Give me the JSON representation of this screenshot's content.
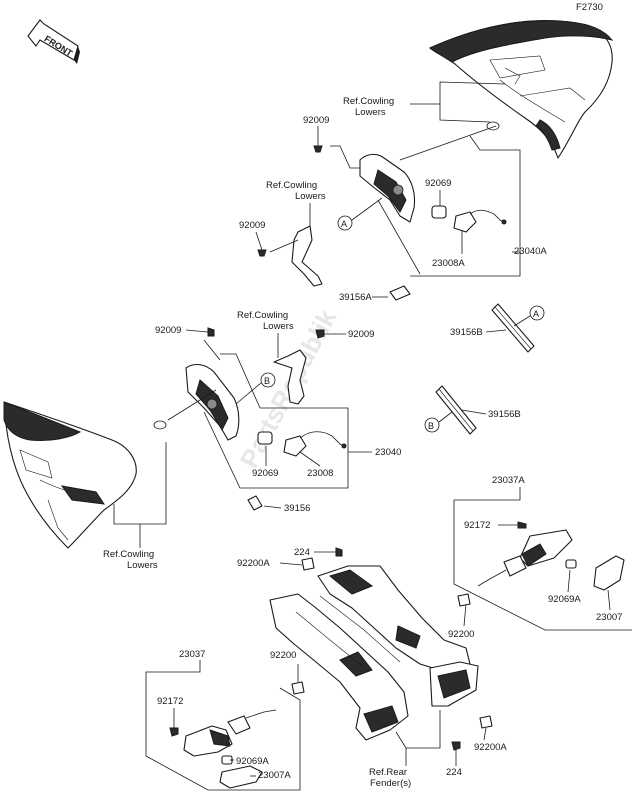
{
  "figure_code": "F2730",
  "front_badge": "FRONT",
  "watermark": "PartsRepublik",
  "callouts": {
    "a": "A",
    "b": "B"
  },
  "labels": {
    "ref_cowling_top": [
      "Ref.Cowling",
      "Lowers"
    ],
    "ref_cowling_mid": [
      "Ref.Cowling",
      "Lowers"
    ],
    "ref_cowling_center": [
      "Ref.Cowling",
      "Lowers"
    ],
    "ref_cowling_left": [
      "Ref.Cowling",
      "Lowers"
    ],
    "ref_rear_fender": [
      "Ref.Rear",
      "Fender(s)"
    ],
    "p92009_top": "92009",
    "p92009_mid": "92009",
    "p92009_left": "92009",
    "p92009_right": "92009",
    "p92069_top": "92069",
    "p23008A": "23008A",
    "p23040A": "23040A",
    "p39156A": "39156A",
    "p39156B_a": "39156B",
    "p39156B_b": "39156B",
    "p92069_mid": "92069",
    "p23008": "23008",
    "p23040": "23040",
    "p39156": "39156",
    "p23037A": "23037A",
    "p92172_right": "92172",
    "p92069A_right": "92069A",
    "p23007": "23007",
    "p224_top": "224",
    "p92200A_top": "92200A",
    "p92200_right": "92200",
    "p92200_left": "92200",
    "p23037": "23037",
    "p92172_left": "92172",
    "p92069A_left": "92069A",
    "p23007A": "23007A",
    "p224_bottom": "224",
    "p92200A_bottom": "92200A"
  }
}
